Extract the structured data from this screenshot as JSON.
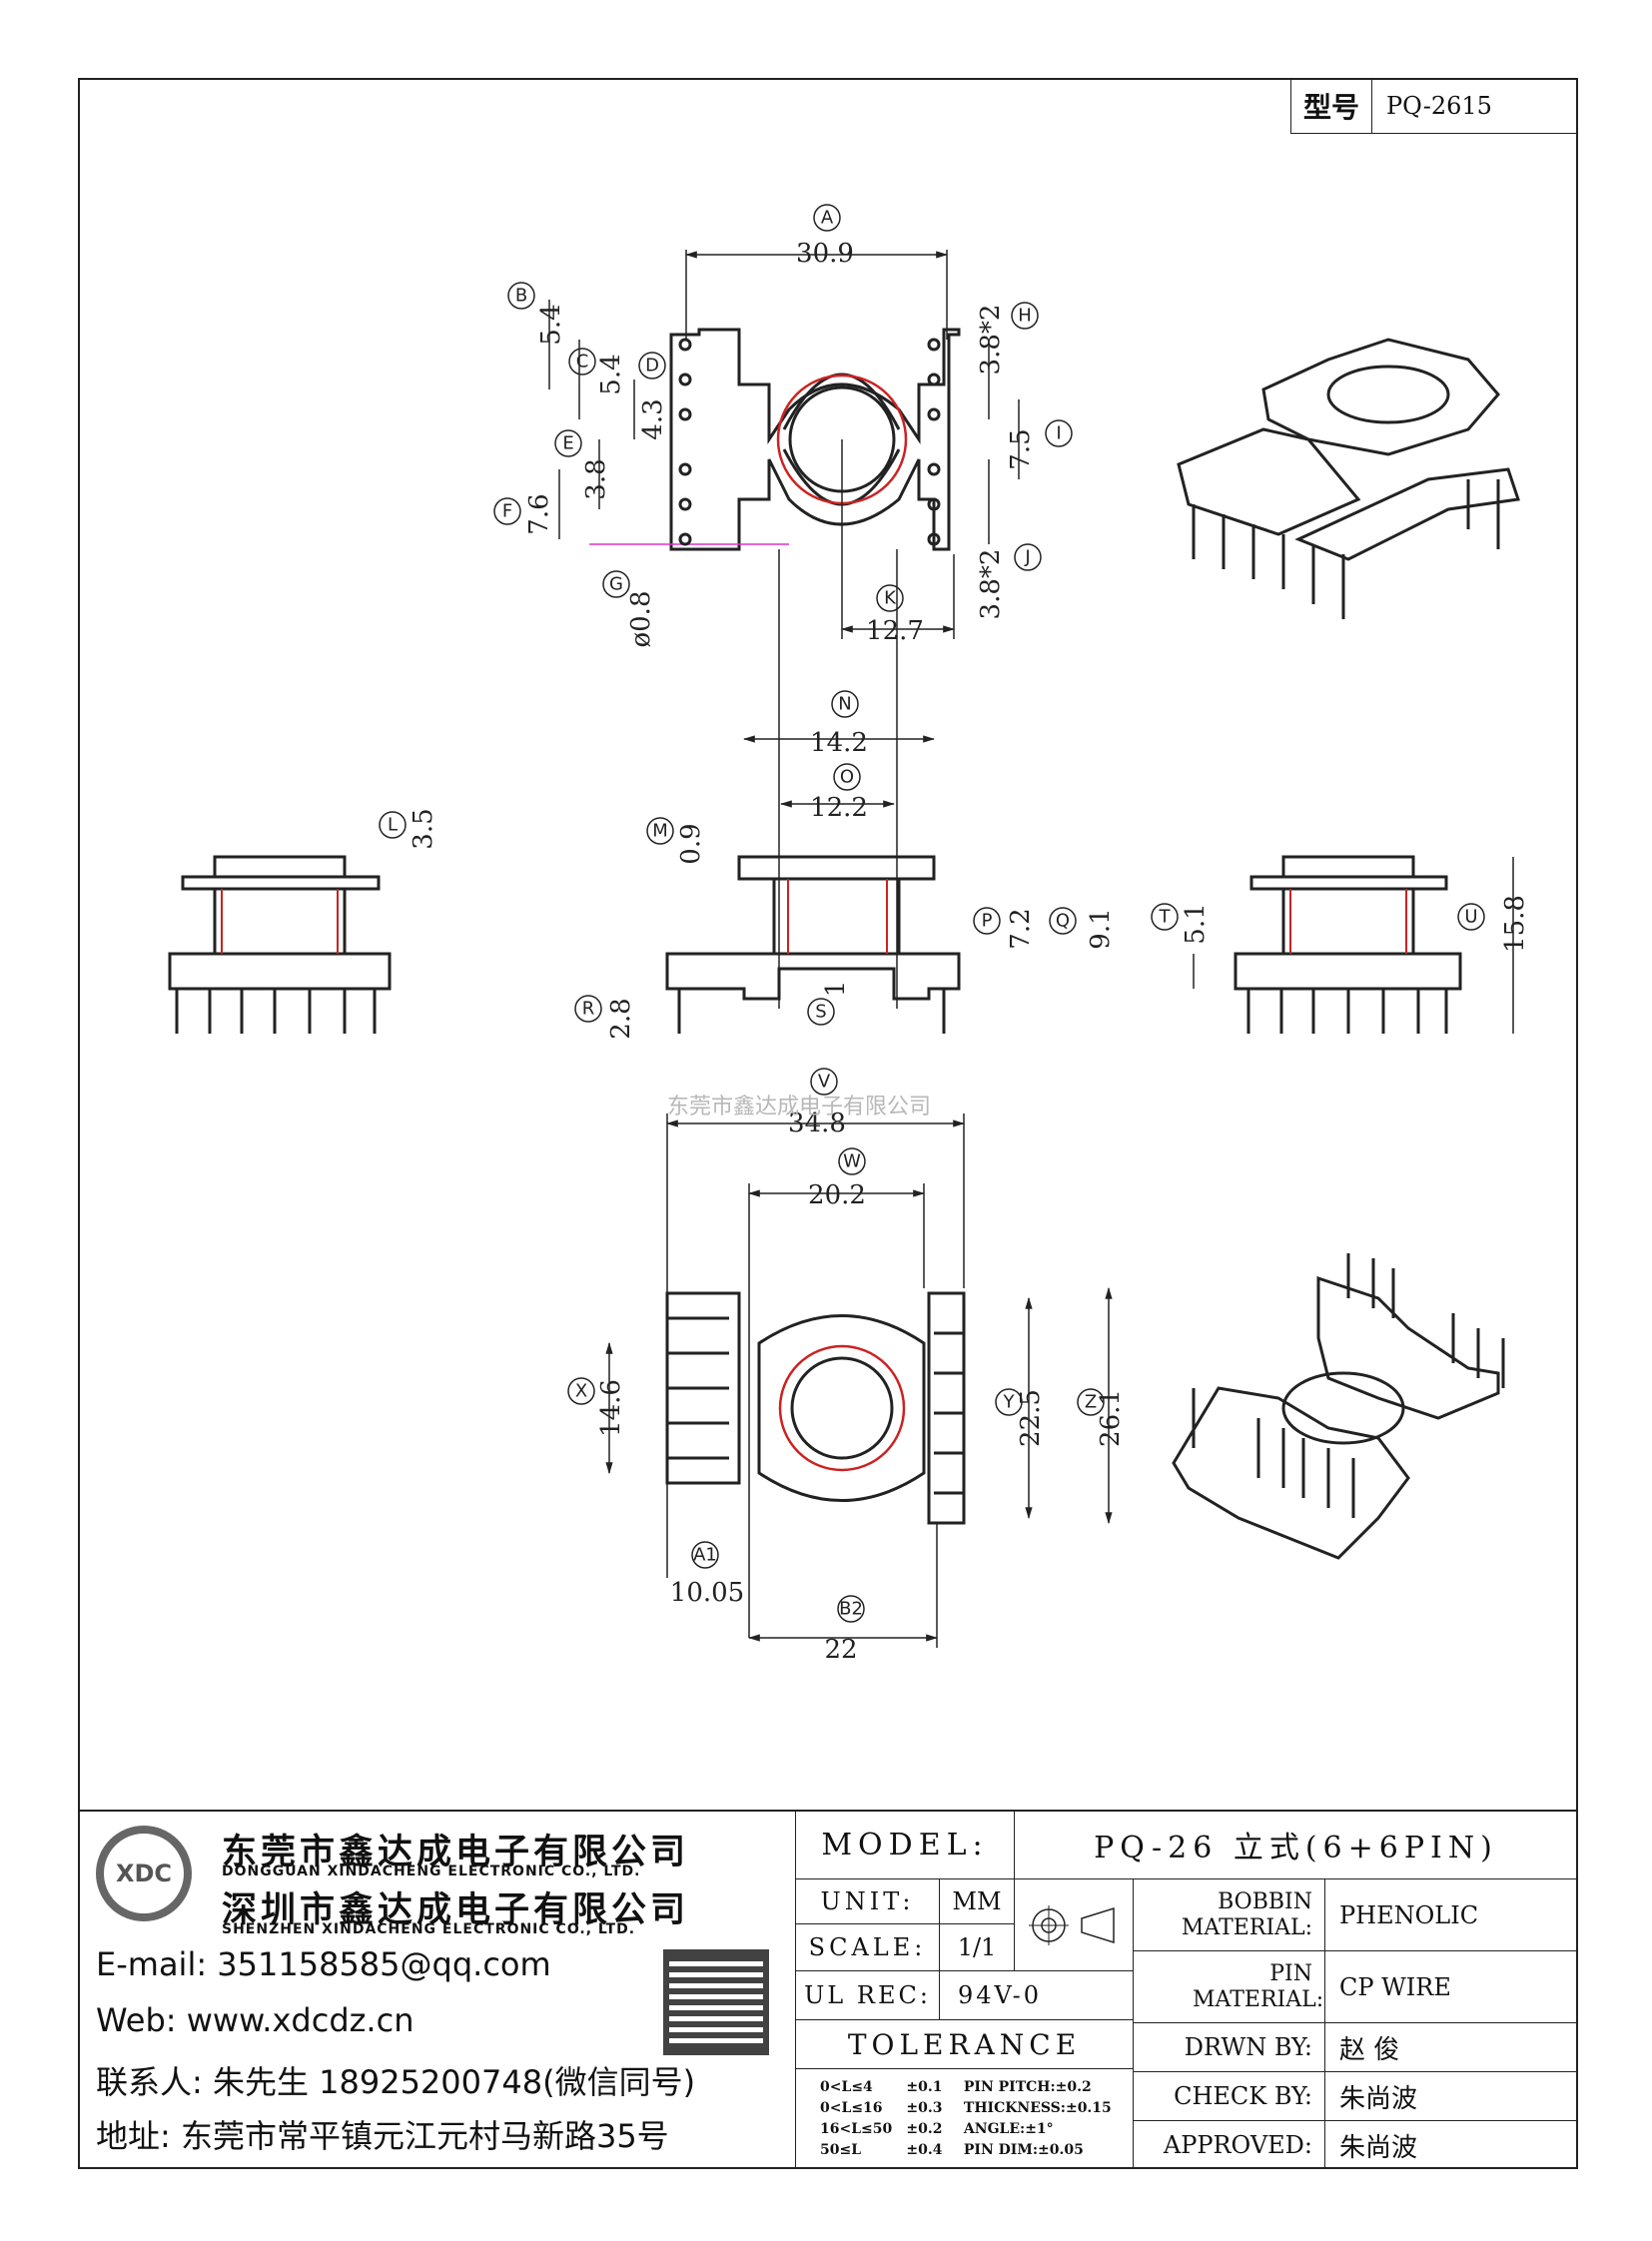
{
  "model_box": {
    "label": "型号",
    "value": "PQ-2615"
  },
  "watermark": "东莞市鑫达成电子有限公司",
  "dimensions": {
    "top_view": [
      {
        "id": "A",
        "value": "30.9"
      },
      {
        "id": "B",
        "value": "5.4"
      },
      {
        "id": "C",
        "value": "5.4"
      },
      {
        "id": "D",
        "value": "4.3"
      },
      {
        "id": "E",
        "value": "3.8"
      },
      {
        "id": "F",
        "value": "7.6"
      },
      {
        "id": "G",
        "value": "ø0.8"
      },
      {
        "id": "H",
        "value": "3.8*2"
      },
      {
        "id": "I",
        "value": "7.5"
      },
      {
        "id": "J",
        "value": "3.8*2"
      },
      {
        "id": "K",
        "value": "12.7"
      }
    ],
    "side_view_left": [
      {
        "id": "L",
        "value": "3.5"
      }
    ],
    "front_view": [
      {
        "id": "M",
        "value": "0.9"
      },
      {
        "id": "N",
        "value": "14.2"
      },
      {
        "id": "O",
        "value": "12.2"
      },
      {
        "id": "P",
        "value": "7.2"
      },
      {
        "id": "Q",
        "value": "9.1"
      },
      {
        "id": "R",
        "value": "2.8"
      },
      {
        "id": "S",
        "value": "1"
      }
    ],
    "side_view_right": [
      {
        "id": "T",
        "value": "5.1"
      },
      {
        "id": "U",
        "value": "15.8"
      }
    ],
    "bottom_view": [
      {
        "id": "V",
        "value": "34.8"
      },
      {
        "id": "W",
        "value": "20.2"
      },
      {
        "id": "X",
        "value": "14.6"
      },
      {
        "id": "Y",
        "value": "22.5"
      },
      {
        "id": "Z",
        "value": "26.1"
      },
      {
        "id": "A1",
        "value": "10.05"
      },
      {
        "id": "B2",
        "value": "22"
      }
    ]
  },
  "company": {
    "name_cn_1": "东莞市鑫达成电子有限公司",
    "name_en_1": "DONGGUAN XINDACHENG ELECTRONIC CO., LTD.",
    "name_cn_2": "深圳市鑫达成电子有限公司",
    "name_en_2": "SHENZHEN XINDACHENG ELECTRONIC CO., LTD.",
    "logo_text": "XDC",
    "email": "E-mail: 351158585@qq.com",
    "web": "Web: www.xdcdz.cn",
    "contact": "联系人: 朱先生 18925200748(微信同号)",
    "address": "地址: 东莞市常平镇元江元村马新路35号"
  },
  "title_block": {
    "model_label": "MODEL:",
    "model_value": "PQ-26 立式(6+6PIN)",
    "unit_label": "UNIT:",
    "unit_value": "MM",
    "scale_label": "SCALE:",
    "scale_value": "1/1",
    "ulrec_label": "UL REC:",
    "ulrec_value": "94V-0",
    "tolerance_label": "TOLERANCE",
    "tolerance_rows": [
      {
        "range": "0<L≤4",
        "tol": "±0.1",
        "spec": "PIN PITCH:±0.2"
      },
      {
        "range": "0<L≤16",
        "tol": "±0.3",
        "spec": "THICKNESS:±0.15"
      },
      {
        "range": "16<L≤50",
        "tol": "±0.2",
        "spec": "ANGLE:±1°"
      },
      {
        "range": "50≤L",
        "tol": "±0.4",
        "spec": "PIN DIM:±0.05"
      }
    ],
    "bobbin_material_label": "BOBBIN MATERIAL:",
    "bobbin_material_value": "PHENOLIC",
    "pin_material_label": "PIN MATERIAL:",
    "pin_material_value": "CP WIRE",
    "drawn_by_label": "DRWN BY:",
    "drawn_by_value": "赵 俊",
    "check_by_label": "CHECK BY:",
    "check_by_value": "朱尚波",
    "approved_label": "APPROVED:",
    "approved_value": "朱尚波"
  }
}
